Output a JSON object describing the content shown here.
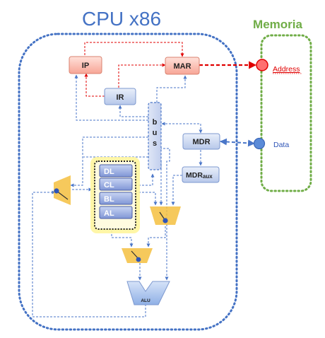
{
  "cpu": {
    "title": "CPU x86"
  },
  "memory": {
    "title": "Memoria",
    "address_label": "Address",
    "data_label": "Data"
  },
  "registers": {
    "ip": "IP",
    "mar": "MAR",
    "ir": "IR",
    "mdr": "MDR",
    "mdraux_main": "MDR",
    "mdraux_sub": "aux"
  },
  "register_file": [
    "DL",
    "CL",
    "BL",
    "AL"
  ],
  "bus": {
    "letters": [
      "b",
      "u",
      "s"
    ]
  },
  "alu": {
    "label": "ALU"
  },
  "colors": {
    "cpu_title": "#4472c4",
    "cpu_border": "#4472c4",
    "memory_title": "#70ad47",
    "memory_border": "#70ad47",
    "address": "#e00000",
    "address_port": "#ff7070",
    "data_port": "#5b8bd8",
    "mux": "#f5bf3f",
    "alu": "#a9c4ee",
    "regfile_glow": "#fff59d",
    "wire_blue": "#4a76c8",
    "wire_red": "#e00000"
  }
}
